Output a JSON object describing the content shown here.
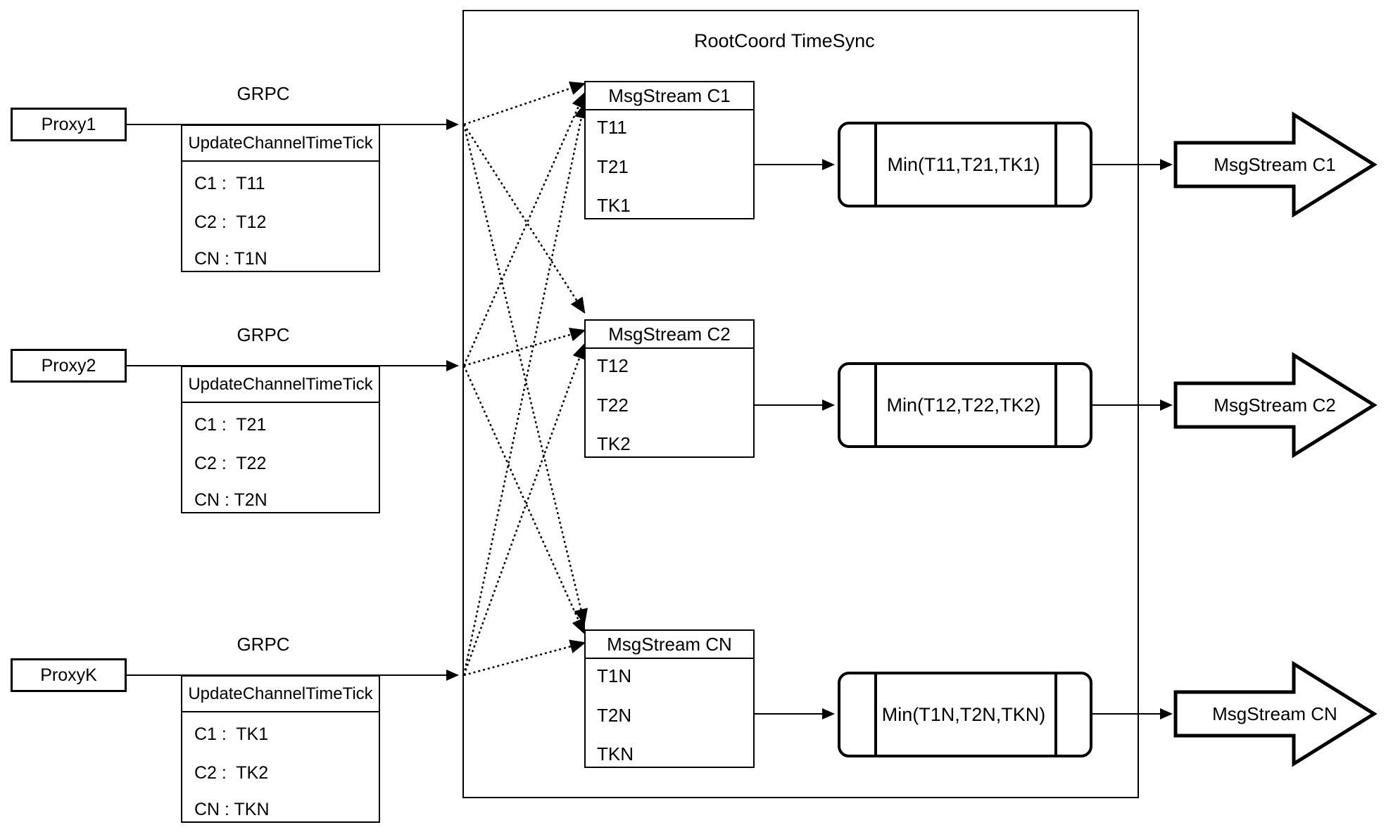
{
  "diagram": {
    "container_title": "RootCoord TimeSync",
    "grpc_label": "GRPC",
    "update_table_header": "UpdateChannelTimeTick"
  },
  "rows": [
    {
      "proxy_label": "Proxy1",
      "update_rows": [
        "C1 :  T11",
        "C2 :  T12",
        "CN : T1N"
      ],
      "msgstream_title": "MsgStream C1",
      "msgstream_rows": [
        "T11",
        "T21",
        "TK1"
      ],
      "min_label": "Min(T11,T21,TK1)",
      "output_arrow_label": "MsgStream C1"
    },
    {
      "proxy_label": "Proxy2",
      "update_rows": [
        "C1 :  T21",
        "C2 :  T22",
        "CN : T2N"
      ],
      "msgstream_title": "MsgStream C2",
      "msgstream_rows": [
        "T12",
        "T22",
        "TK2"
      ],
      "min_label": "Min(T12,T22,TK2)",
      "output_arrow_label": "MsgStream C2"
    },
    {
      "proxy_label": "ProxyK",
      "update_rows": [
        "C1 :  TK1",
        "C2 :  TK2",
        "CN : TKN"
      ],
      "msgstream_title": "MsgStream CN",
      "msgstream_rows": [
        "T1N",
        "T2N",
        "TKN"
      ],
      "min_label": "Min(T1N,T2N,TKN)",
      "output_arrow_label": "MsgStream CN"
    }
  ],
  "colors": {
    "stroke": "#000000",
    "background": "#ffffff"
  }
}
